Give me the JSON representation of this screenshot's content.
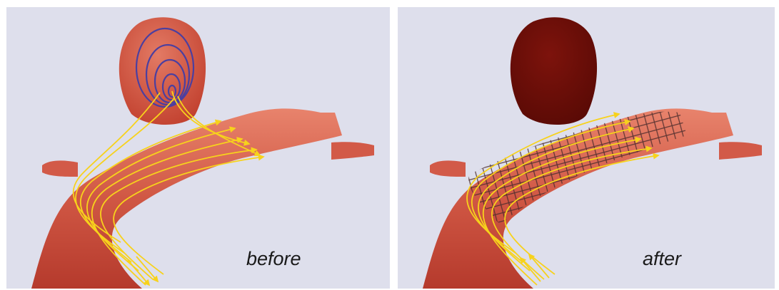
{
  "panels": [
    {
      "caption": "before",
      "state": "untreated aneurysm",
      "aneurysm_fill": "#cc4a3a",
      "swirl_color": "#4b3fa0",
      "flow_color": "#f7d21c",
      "has_stent": false
    },
    {
      "caption": "after",
      "state": "flow diverter stent placed",
      "aneurysm_fill": "#6e0d08",
      "flow_color": "#f7d21c",
      "mesh_color": "#4a2b2b",
      "has_stent": true
    }
  ],
  "colors": {
    "background": "#dedfec",
    "vessel": "#d25a48",
    "vessel_dark": "#b83a2e",
    "vessel_light": "#e98a74"
  }
}
